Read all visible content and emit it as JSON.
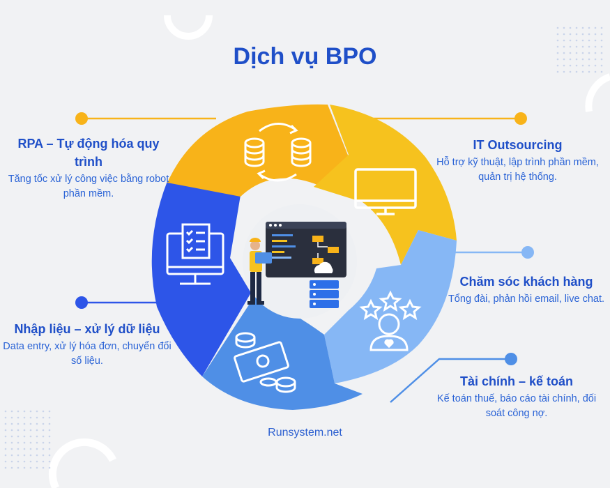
{
  "title": "Dịch vụ BPO",
  "services": [
    {
      "key": "rpa",
      "title": "RPA – Tự động hóa quy trình",
      "desc": "Tăng tốc xử lý công việc bằng robot phần mềm.",
      "icon": "database-sync-icon",
      "color": "#f8b319"
    },
    {
      "key": "it",
      "title": "IT Outsourcing",
      "desc": "Hỗ trợ kỹ thuật, lập trình phần mềm, quản trị hệ thống.",
      "icon": "monitor-icon",
      "color": "#f6c21e"
    },
    {
      "key": "cskh",
      "title": "Chăm sóc khách hàng",
      "desc": "Tổng đài, phản hồi email, live chat.",
      "icon": "customer-stars-icon",
      "color": "#86b7f5"
    },
    {
      "key": "tc",
      "title": "Tài chính – kế toán",
      "desc": "Kế toán thuế, báo cáo tài chính, đối soát công nợ.",
      "icon": "money-coins-icon",
      "color": "#4f8fe6"
    },
    {
      "key": "nhap",
      "title": "Nhập liệu – xử lý dữ liệu",
      "desc": "Data entry, xử lý hóa đơn, chuyển đổi số liệu.",
      "icon": "checklist-computer-icon",
      "color": "#2d55e8"
    }
  ],
  "center_icon": "developer-workstation-icon",
  "footer": "Runsystem.net",
  "colors": {
    "title": "#1f4fc8",
    "text": "#2a63d6",
    "background": "#f1f2f4",
    "yellow_dot": "#f8b319",
    "blue_dot": "#2d55e8"
  }
}
